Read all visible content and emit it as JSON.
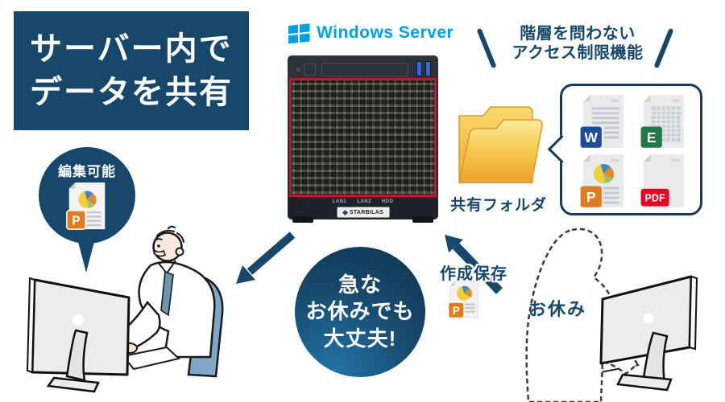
{
  "title": {
    "line1": "サーバー内で",
    "line2": "データを共有"
  },
  "windows_server": {
    "label": "Windows Server"
  },
  "server": {
    "leds": [
      "LAN1",
      "LAN2",
      "HDD"
    ],
    "badge": "STARBILAS"
  },
  "access_note": {
    "line1": "階層を問わない",
    "line2": "アクセス制限機能"
  },
  "shared_folder": {
    "label": "共有フォルダ"
  },
  "documents": {
    "word": "W",
    "excel": "E",
    "powerpoint": "P",
    "pdf": "PDF"
  },
  "editable_bubble": {
    "label": "編集可能",
    "badge": "P"
  },
  "reassurance_circle": {
    "line1": "急な",
    "line2": "お休みでも",
    "line3": "大丈夫!"
  },
  "save_note": {
    "label": "作成保存",
    "badge": "P"
  },
  "absence_label": "お休み",
  "colors": {
    "navy": "#17486B",
    "windows_blue": "#00A0E0",
    "frame_red": "#CE1128",
    "folder_yellow": "#F5B73C",
    "word_blue": "#1E4B9E",
    "excel_green": "#1E7B45",
    "ppt_orange": "#E07C1F",
    "pdf_red": "#E60023",
    "chair_blue": "#7FA6C6"
  }
}
